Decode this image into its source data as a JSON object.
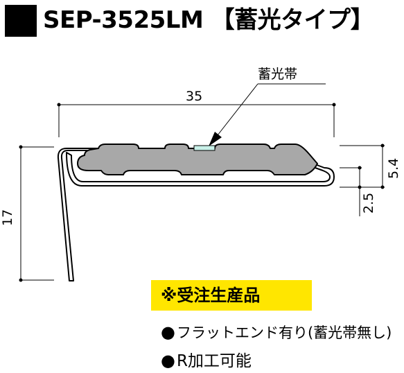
{
  "header": {
    "model": "SEP-3525LM",
    "variant": "【蓄光タイプ】"
  },
  "diagram": {
    "callout_label": "蓄光帯",
    "dim_width": "35",
    "dim_height": "17",
    "dim_right_upper": "5.4",
    "dim_right_lower": "2.5"
  },
  "badge": {
    "label": "※受注生産品"
  },
  "notes": [
    {
      "bullet": "●",
      "text": "フラットエンド有り(蓄光帯無し)"
    },
    {
      "bullet": "●",
      "text": "R加工可能"
    }
  ],
  "colors": {
    "badge_bg": "#ffe600",
    "insert_fill": "#a8a8a8",
    "luminous_strip": "#c8f0e8"
  }
}
